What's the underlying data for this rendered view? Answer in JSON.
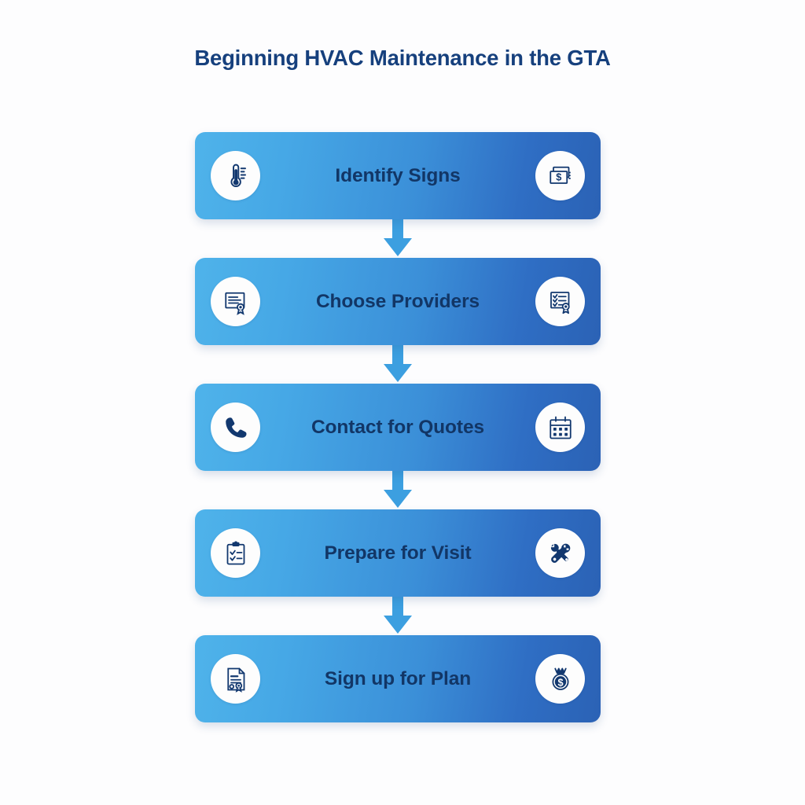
{
  "title": "Beginning HVAC Maintenance in the GTA",
  "colors": {
    "background": "#fdfdfe",
    "title_text": "#16407d",
    "step_label_text": "#123666",
    "box_gradient_start": "#4fb3ea",
    "box_gradient_end": "#2b62b5",
    "icon_circle": "#fdfdfd",
    "icon_glyph": "#12386f",
    "arrow": "#3c9fe0"
  },
  "steps": [
    {
      "label": "Identify Signs",
      "left_icon": "thermometer-icon",
      "right_icon": "money-bills-icon"
    },
    {
      "label": "Choose Providers",
      "left_icon": "certificate-icon",
      "right_icon": "checklist-badge-icon"
    },
    {
      "label": "Contact for Quotes",
      "left_icon": "phone-icon",
      "right_icon": "calendar-icon"
    },
    {
      "label": "Prepare for Visit",
      "left_icon": "clipboard-checklist-icon",
      "right_icon": "tools-wrench-icon"
    },
    {
      "label": "Sign up for Plan",
      "left_icon": "document-seal-icon",
      "right_icon": "money-bag-icon"
    }
  ],
  "arrows": [
    {
      "direction": "down"
    },
    {
      "direction": "down"
    },
    {
      "direction": "down"
    },
    {
      "direction": "down"
    }
  ]
}
